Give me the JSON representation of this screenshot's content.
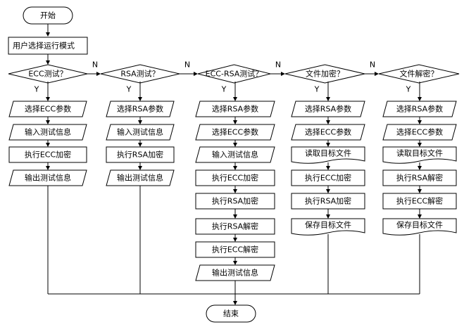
{
  "start": "开始",
  "end": "结束",
  "mode_select": "用户选择运行模式",
  "yes_label": "Y",
  "no_label": "N",
  "branches": [
    {
      "decision": "ECC测试？",
      "steps": [
        {
          "text": "选择ECC参数",
          "shape": "io"
        },
        {
          "text": "输入测试信息",
          "shape": "io"
        },
        {
          "text": "执行ECC加密",
          "shape": "process"
        },
        {
          "text": "输出测试信息",
          "shape": "io"
        }
      ]
    },
    {
      "decision": "RSA测试？",
      "steps": [
        {
          "text": "选择RSA参数",
          "shape": "io"
        },
        {
          "text": "输入测试信息",
          "shape": "io"
        },
        {
          "text": "执行RSA加密",
          "shape": "process"
        },
        {
          "text": "输出测试信息",
          "shape": "io"
        }
      ]
    },
    {
      "decision": "ECC-RSA测试？",
      "steps": [
        {
          "text": "选择RSA参数",
          "shape": "io"
        },
        {
          "text": "选择ECC参数",
          "shape": "io"
        },
        {
          "text": "输入测试信息",
          "shape": "io"
        },
        {
          "text": "执行ECC加密",
          "shape": "process"
        },
        {
          "text": "执行RSA加密",
          "shape": "process"
        },
        {
          "text": "执行RSA解密",
          "shape": "process"
        },
        {
          "text": "执行ECC解密",
          "shape": "process"
        },
        {
          "text": "输出测试信息",
          "shape": "io"
        }
      ]
    },
    {
      "decision": "文件加密？",
      "steps": [
        {
          "text": "选择RSA参数",
          "shape": "io"
        },
        {
          "text": "选择ECC参数",
          "shape": "io"
        },
        {
          "text": "读取目标文件",
          "shape": "document"
        },
        {
          "text": "执行ECC加密",
          "shape": "process"
        },
        {
          "text": "执行RSA加密",
          "shape": "process"
        },
        {
          "text": "保存目标文件",
          "shape": "document"
        }
      ]
    },
    {
      "decision": "文件解密？",
      "steps": [
        {
          "text": "选择RSA参数",
          "shape": "io"
        },
        {
          "text": "选择ECC参数",
          "shape": "io"
        },
        {
          "text": "读取目标文件",
          "shape": "document"
        },
        {
          "text": "执行RSA解密",
          "shape": "process"
        },
        {
          "text": "执行ECC解密",
          "shape": "process"
        },
        {
          "text": "保存目标文件",
          "shape": "document"
        }
      ]
    }
  ]
}
